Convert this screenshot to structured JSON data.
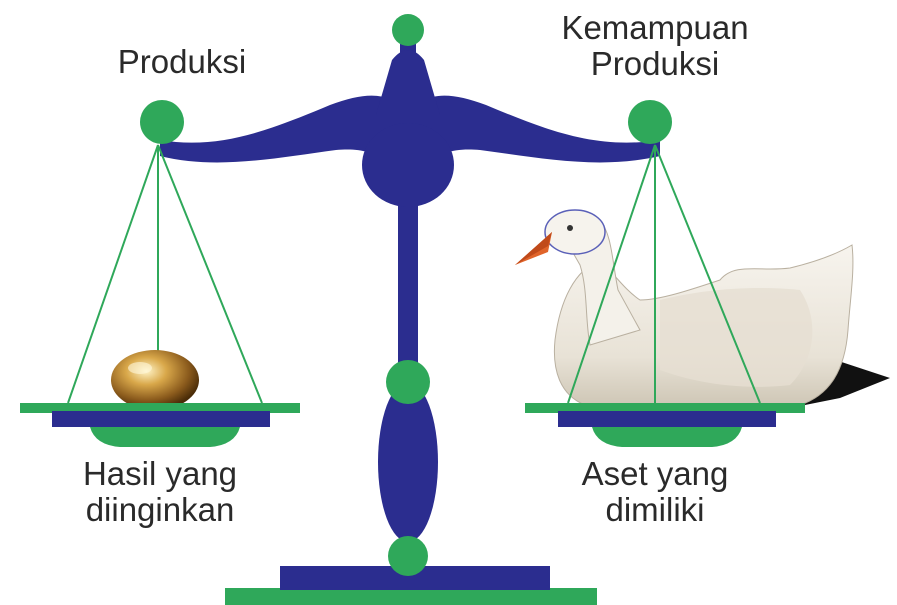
{
  "labels": {
    "top_left": "Produksi",
    "top_right_line1": "Kemampuan",
    "top_right_line2": "Produksi",
    "bottom_left_line1": "Hasil yang",
    "bottom_left_line2": "diinginkan",
    "bottom_right_line1": "Aset yang",
    "bottom_right_line2": "dimiliki"
  },
  "colors": {
    "beam": "#2b2d8f",
    "joint": "#2fa85a",
    "pan": "#2fa85a",
    "text": "#2a2a2a"
  },
  "icons": {
    "left_pan_item": "golden-egg-icon",
    "right_pan_item": "goose-icon"
  }
}
